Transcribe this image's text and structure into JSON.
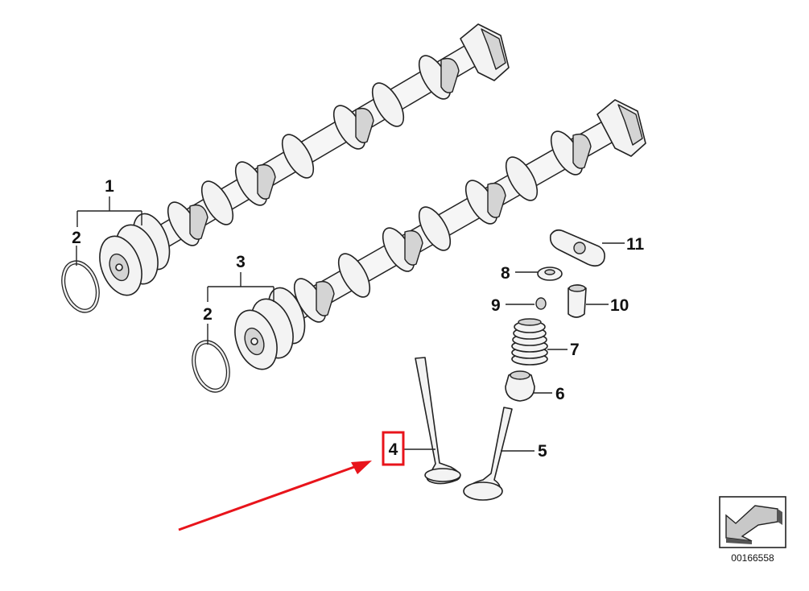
{
  "diagram": {
    "callouts": {
      "c1": "1",
      "c2a": "2",
      "c2b": "2",
      "c3": "3",
      "c4": "4",
      "c5": "5",
      "c6": "6",
      "c7": "7",
      "c8": "8",
      "c9": "9",
      "c10": "10",
      "c11": "11"
    },
    "highlighted_callout": "4",
    "highlight_color": "#e8141b",
    "arrow_color": "#e8141b",
    "document_number": "00166558"
  }
}
